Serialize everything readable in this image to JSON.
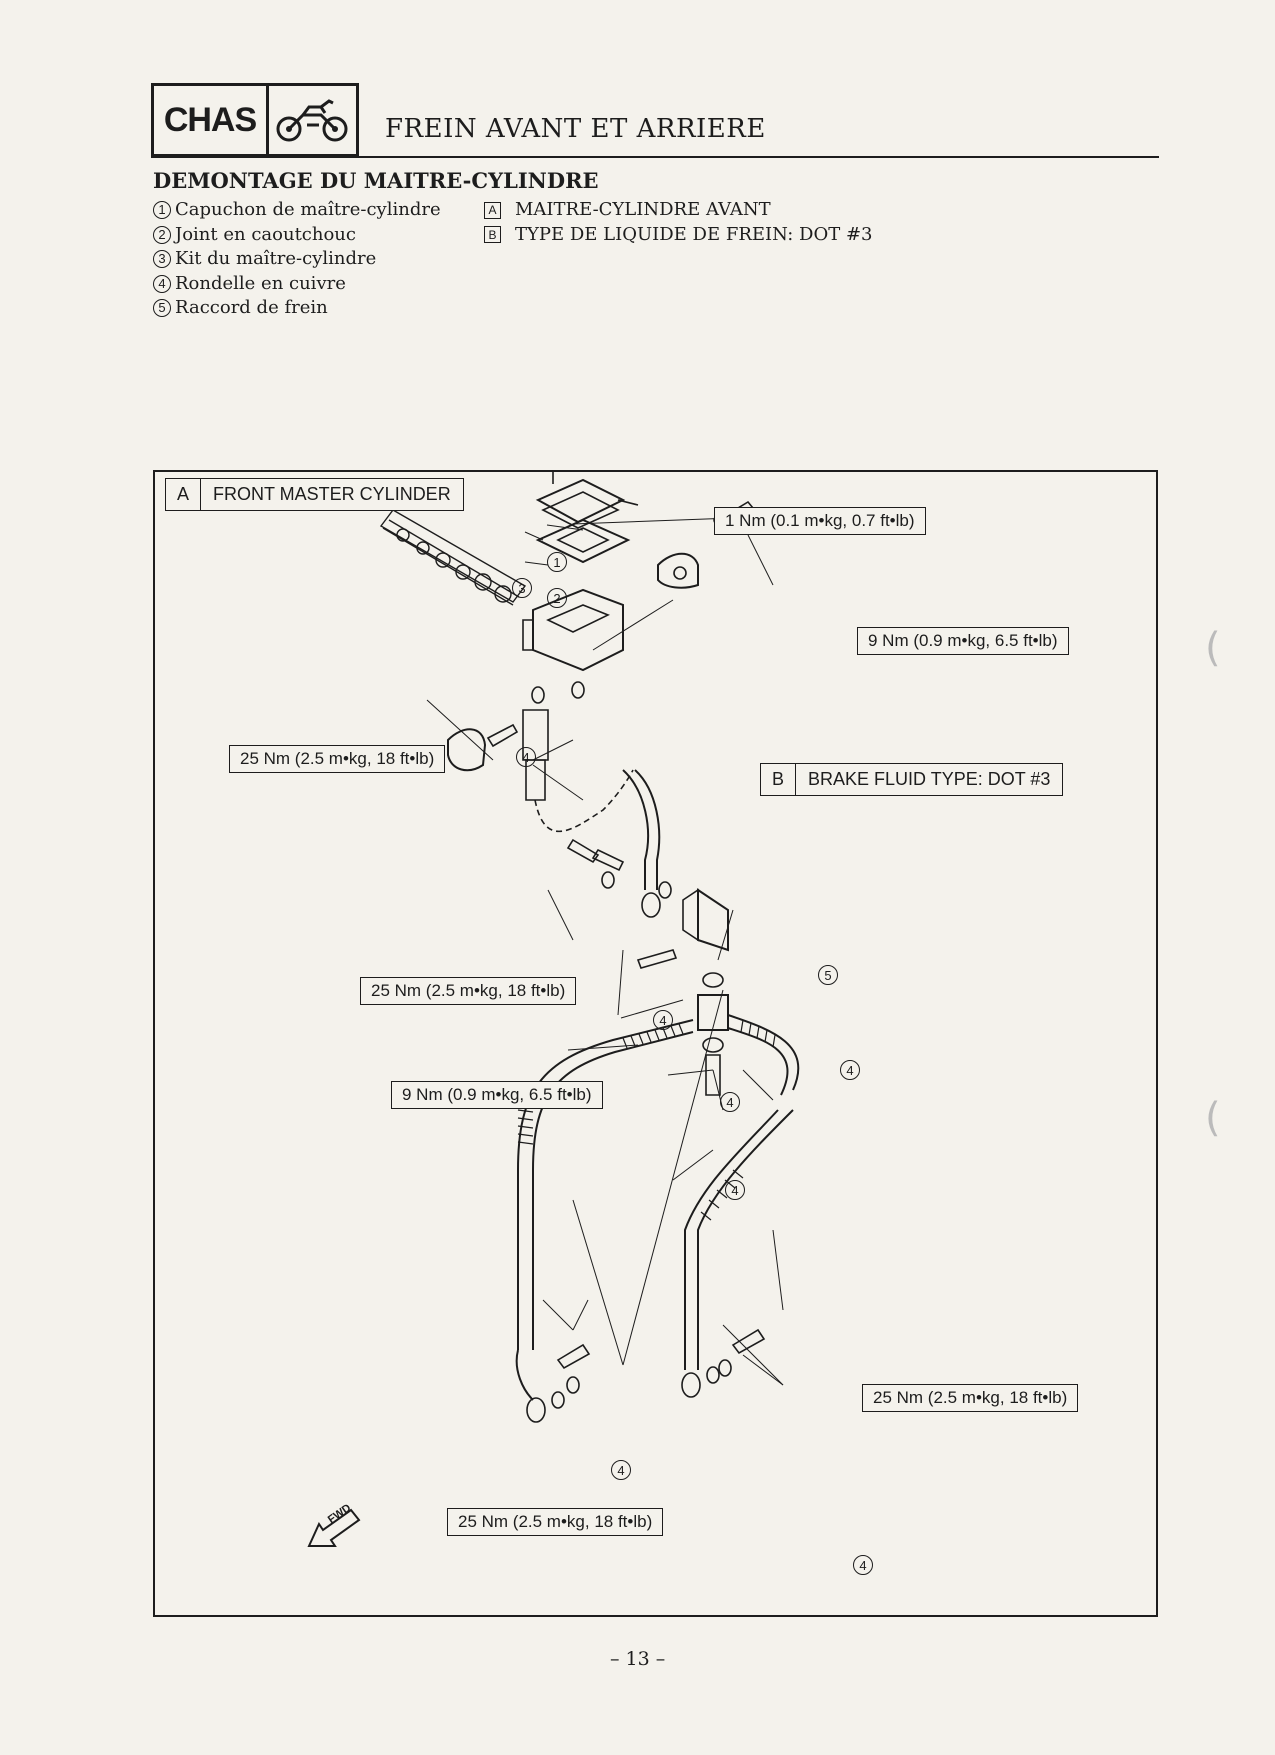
{
  "header": {
    "section_code": "CHAS",
    "icon": "motorcycle-icon",
    "title": "FREIN AVANT ET ARRIERE"
  },
  "section_title": "DEMONTAGE DU MAITRE-CYLINDRE",
  "parts": [
    {
      "num": "1",
      "label": "Capuchon de maître-cylindre"
    },
    {
      "num": "2",
      "label": "Joint en caoutchouc"
    },
    {
      "num": "3",
      "label": "Kit du maître-cylindre"
    },
    {
      "num": "4",
      "label": "Rondelle en cuivre"
    },
    {
      "num": "5",
      "label": "Raccord de frein"
    }
  ],
  "notes": [
    {
      "letter": "A",
      "label": "MAITRE-CYLINDRE AVANT"
    },
    {
      "letter": "B",
      "label": "TYPE DE LIQUIDE DE FREIN: DOT #3"
    }
  ],
  "diagram": {
    "box_a": {
      "letter": "A",
      "label": "FRONT MASTER CYLINDER"
    },
    "box_b": {
      "letter": "B",
      "label": "BRAKE FLUID TYPE: DOT #3"
    },
    "fwd": "FWD",
    "torques": {
      "t1": "1 Nm (0.1 m•kg, 0.7 ft•lb)",
      "t2": "9 Nm (0.9 m•kg, 6.5 ft•lb)",
      "t3": "25 Nm (2.5 m•kg, 18 ft•lb)",
      "t4": "25 Nm (2.5 m•kg, 18 ft•lb)",
      "t5": "9 Nm (0.9 m•kg, 6.5 ft•lb)",
      "t6": "25 Nm (2.5 m•kg, 18 ft•lb)",
      "t7": "25 Nm (2.5 m•kg, 18 ft•lb)"
    },
    "callouts": {
      "c1": "1",
      "c2": "2",
      "c3": "3",
      "c5": "5",
      "c4": "4"
    }
  },
  "page_number": "– 13 –"
}
